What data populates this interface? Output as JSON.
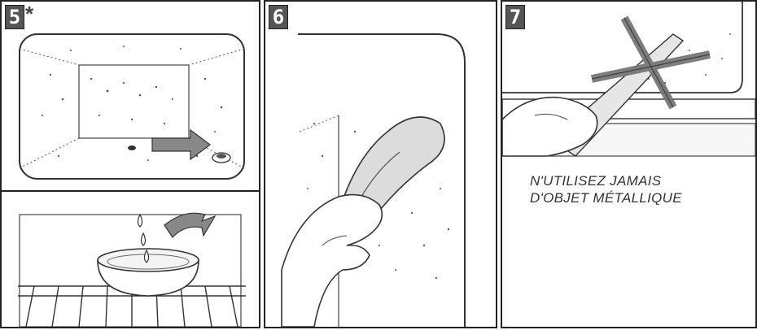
{
  "steps": [
    {
      "number": "5",
      "marker": "*"
    },
    {
      "number": "6"
    },
    {
      "number": "7"
    }
  ],
  "warning": {
    "line1": "N'UTILISEZ JAMAIS",
    "line2": "D'OBJET MÉTALLIQUE"
  }
}
